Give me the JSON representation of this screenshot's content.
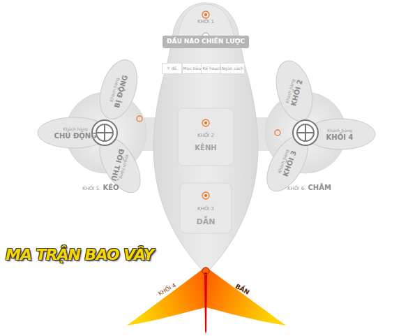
{
  "diagram": {
    "nodes": [
      {
        "text": [
          "KHỐI 1",
          "ĐẦU NÃO CHIẾN LƯỢC"
        ]
      },
      {
        "text": [
          "Ý đồ"
        ],
        "in": 0
      },
      {
        "text": [
          "Mục tiêu"
        ],
        "in": 0
      },
      {
        "text": [
          "Kế hoạch"
        ],
        "in": 0
      },
      {
        "text": [
          "Ngân sách"
        ],
        "in": 0
      },
      {
        "text": [
          "KHỐI 2",
          "KÊNH"
        ]
      },
      {
        "text": [
          "KHỐI 3",
          "DẪN"
        ]
      },
      {
        "text": [
          "KHỐI 4"
        ]
      },
      {
        "text": [
          "BẮN"
        ]
      },
      {
        "text": [
          "Khách hàng",
          "BỊ ĐỘNG"
        ]
      },
      {
        "text": [
          "Khách hàng",
          "CHỦ ĐỘNG"
        ]
      },
      {
        "text": [
          "Khách hàng",
          "ĐỐI THỦ"
        ]
      },
      {
        "text": [
          "Khách hàng",
          "KHỐI 2"
        ]
      },
      {
        "text": [
          "Khách hàng",
          "KHỐI 4"
        ]
      },
      {
        "text": [
          "Khách hàng",
          "KHỐI 3"
        ]
      }
    ],
    "labels": [
      "KHỐI 5:",
      "KÉO",
      "KHỐI 6:",
      "CHĂM",
      "MA TRẬN BAO VÂY"
    ]
  }
}
